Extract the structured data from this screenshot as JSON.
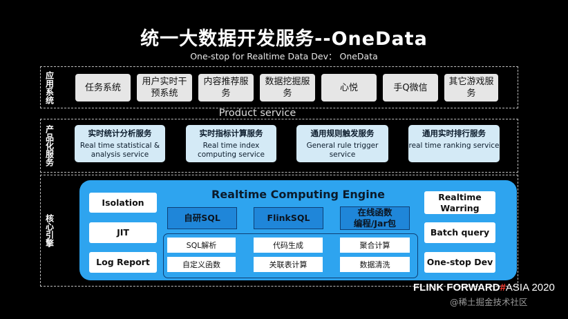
{
  "title": "统一大数据开发服务--OneData",
  "subtitle": "One-stop for Realtime Data Dev： OneData",
  "layers": {
    "app": {
      "label": "应用系统",
      "items": [
        "任务系统",
        "用户实时干\n预系统",
        "内容推荐服\n务",
        "数据挖掘服\n务",
        "心悦",
        "手Q微信",
        "其它游戏服\n务"
      ]
    },
    "product": {
      "label": "产品化服务",
      "caption": "Product service",
      "items": [
        {
          "cn": "实时统计分析服务",
          "en": "Real time statistical &\nanalysis service"
        },
        {
          "cn": "实时指标计算服务",
          "en": "Real time index\ncomputing service"
        },
        {
          "cn": "通用规则触发服务",
          "en": "General rule trigger service"
        },
        {
          "cn": "通用实时排行服务",
          "en": "real time ranking service"
        }
      ]
    },
    "core": {
      "label": "核心引擎",
      "engine_title": "Realtime Computing Engine",
      "left": [
        "Isolation",
        "JIT",
        "Log Report"
      ],
      "right": [
        "Realtime\nWarring",
        "Batch query",
        "One-stop Dev"
      ],
      "middle": [
        "自研SQL",
        "FlinkSQL",
        "在线函数\n编程/Jar包"
      ],
      "functions": [
        "SQL解析",
        "代码生成",
        "聚合计算",
        "自定义函数",
        "关联表计算",
        "数据清洗"
      ]
    }
  },
  "brand": {
    "flink": "FLINK",
    "forward": "FORWARD",
    "hash": "#",
    "asia": "ASIA 2020"
  },
  "watermark": "@稀土掘金技术社区"
}
